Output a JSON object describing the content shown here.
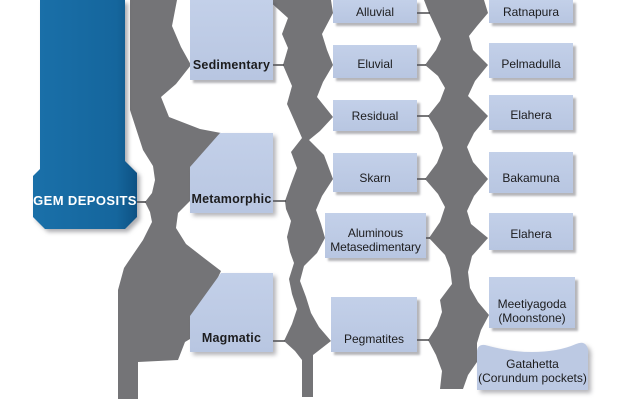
{
  "diagram_title": "GEM DEPOSITS",
  "nodes": {
    "root": {
      "label": "GEM DEPOSITS"
    },
    "categories": [
      {
        "label": "Sedimentary"
      },
      {
        "label": "Metamorphic"
      },
      {
        "label": "Magmatic"
      }
    ],
    "types": [
      {
        "label": "Alluvial"
      },
      {
        "label": "Eluvial"
      },
      {
        "label": "Residual"
      },
      {
        "label": "Skarn"
      },
      {
        "label": "Aluminous Metasedimentary"
      },
      {
        "label": "Pegmatites"
      }
    ],
    "localities": [
      {
        "label": "Ratnapura"
      },
      {
        "label": "Pelmadulla"
      },
      {
        "label": "Elahera"
      },
      {
        "label": "Bakamuna"
      },
      {
        "label": "Elahera"
      },
      {
        "label": "Meetiyagoda (Moonstone)"
      },
      {
        "label": "Gatahetta (Corundum pockets)"
      }
    ]
  },
  "edges": [
    {
      "from": "GEM DEPOSITS",
      "to": "Sedimentary"
    },
    {
      "from": "GEM DEPOSITS",
      "to": "Metamorphic"
    },
    {
      "from": "GEM DEPOSITS",
      "to": "Magmatic"
    },
    {
      "from": "Sedimentary",
      "to": "Alluvial"
    },
    {
      "from": "Sedimentary",
      "to": "Eluvial"
    },
    {
      "from": "Sedimentary",
      "to": "Residual"
    },
    {
      "from": "Metamorphic",
      "to": "Skarn"
    },
    {
      "from": "Metamorphic",
      "to": "Aluminous Metasedimentary"
    },
    {
      "from": "Magmatic",
      "to": "Pegmatites"
    },
    {
      "from": "Alluvial",
      "to": "Ratnapura"
    },
    {
      "from": "Eluvial",
      "to": "Pelmadulla"
    },
    {
      "from": "Residual",
      "to": "Elahera"
    },
    {
      "from": "Skarn",
      "to": "Bakamuna"
    },
    {
      "from": "Aluminous Metasedimentary",
      "to": "Elahera"
    },
    {
      "from": "Pegmatites",
      "to": "Meetiyagoda (Moonstone)"
    },
    {
      "from": "Pegmatites",
      "to": "Gatahetta (Corundum pockets)"
    }
  ],
  "colors": {
    "root_fill": "#15669d",
    "root_text": "#ffffff",
    "node_fill": "#bcc9e3",
    "band_fill": "#747477",
    "connector_line": "#3d3d40",
    "node_text": "#1c1c1e",
    "background": "#ffffff"
  }
}
